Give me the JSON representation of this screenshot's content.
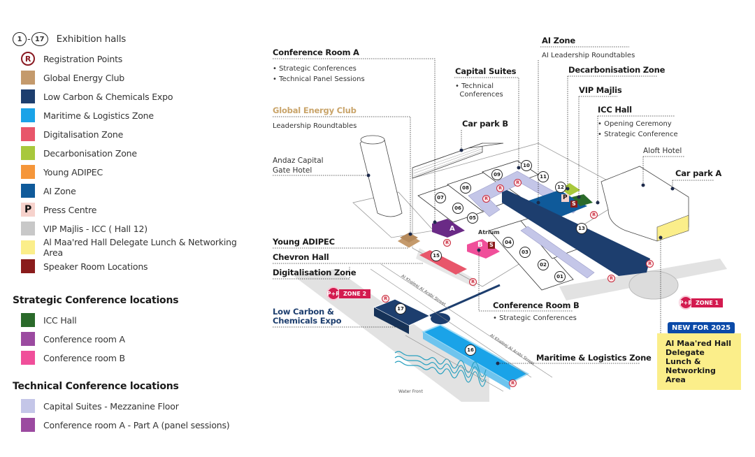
{
  "legend": {
    "exhibition_halls": {
      "from": "1",
      "to": "17",
      "dash": "-",
      "label": "Exhibition halls"
    },
    "items": [
      {
        "icon": "registration-icon",
        "glyph": "R",
        "label": "Registration Points"
      },
      {
        "label": "Global Energy Club",
        "color": "#c49a6c"
      },
      {
        "label": "Low Carbon & Chemicals Expo",
        "color": "#1d3e6e"
      },
      {
        "label": "Maritime & Logistics  Zone",
        "color": "#1aa3e8"
      },
      {
        "label": "Digitalisation Zone",
        "color": "#e8566a"
      },
      {
        "label": "Decarbonisation Zone",
        "color": "#a8c83c"
      },
      {
        "label": "Young ADIPEC",
        "color": "#f5963a"
      },
      {
        "label": "AI Zone",
        "color": "#0f5a9a"
      },
      {
        "icon": "press-centre-icon",
        "glyph": "P",
        "label": "Press Centre",
        "color": "#f6d2cc"
      },
      {
        "label": "VIP Majlis - ICC ( Hall 12)",
        "color": "#c8c8c8"
      },
      {
        "label": "Al Maa'red Hall Delegate Lunch & Networking Area",
        "color": "#fbee8a"
      },
      {
        "label": "Speaker Room Locations",
        "color": "#8a1c1c"
      }
    ],
    "strategic_heading": "Strategic Conference locations",
    "strategic_items": [
      {
        "label": "ICC Hall",
        "color": "#2a6a2a"
      },
      {
        "label": "Conference room A",
        "color": "#9b4aa0"
      },
      {
        "label": "Conference room B",
        "color": "#f04f9a"
      }
    ],
    "technical_heading": "Technical Conference locations",
    "technical_items": [
      {
        "label": "Capital Suites - Mezzanine Floor",
        "color": "#c4c6e8"
      },
      {
        "label": "Conference room A - Part A (panel sessions)",
        "color": "#9b4aa0"
      }
    ]
  },
  "map": {
    "conference_room_a": {
      "title": "Conference Room A",
      "bullets": [
        "• Strategic Conferences",
        "• Technical Panel Sessions"
      ]
    },
    "global_energy_club": {
      "title": "Global Energy Club",
      "sub": "Leadership Roundtables"
    },
    "andaz": {
      "line1": "Andaz Capital",
      "line2": "Gate Hotel"
    },
    "capital_suites": {
      "title": "Capital Suites",
      "bullets": [
        "• Technical",
        "  Conferences"
      ]
    },
    "car_park_b": "Car park B",
    "ai_zone": {
      "title": "AI Zone",
      "sub": "AI Leadership Roundtables"
    },
    "decarbonisation_zone": "Decarbonisation Zone",
    "vip_majlis": "VIP Majlis",
    "icc_hall": {
      "title": "ICC Hall",
      "bullets": [
        "• Opening Ceremony",
        "• Strategic Conference"
      ]
    },
    "aloft_hotel": "Aloft Hotel",
    "car_park_a": "Car park A",
    "young_adipec": "Young ADIPEC",
    "chevron_hall": "Chevron Hall",
    "digitalisation_zone": "Digitalisation Zone",
    "low_carbon": {
      "line1": "Low Carbon &",
      "line2": "Chemicals Expo"
    },
    "conference_room_b": {
      "title": "Conference Room B",
      "bullet": "• Strategic Conferences"
    },
    "maritime": "Maritime & Logistics Zone",
    "atrium": "Atrium",
    "water_front": "Water Front",
    "street": "Al Khaleej Al Arabi Street",
    "zone1": {
      "pr": "P+R",
      "label": "ZONE 1"
    },
    "zone2": {
      "pr": "P+R",
      "label": "ZONE 2"
    },
    "new_badge": "NEW FOR 2025",
    "new_box": [
      "Al Maa'red Hall",
      "Delegate Lunch &",
      "Networking Area"
    ],
    "hall_numbers": [
      "01",
      "02",
      "03",
      "04",
      "05",
      "06",
      "07",
      "08",
      "09",
      "10",
      "11",
      "12",
      "13",
      "15",
      "16",
      "17"
    ],
    "room_a_glyph": "A",
    "room_b_glyph": "B",
    "speaker_glyph": "S",
    "press_glyph": "P",
    "reg_glyph": "R"
  }
}
